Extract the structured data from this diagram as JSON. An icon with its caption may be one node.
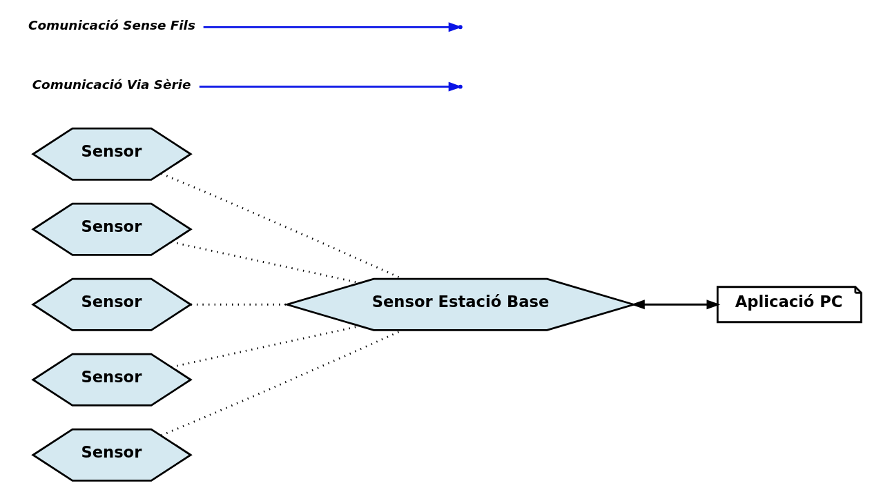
{
  "diagram": {
    "nodes": [
      {
        "text": [
          "Sensor"
        ]
      },
      {
        "text": [
          "Sensor"
        ]
      },
      {
        "text": [
          "Sensor"
        ]
      },
      {
        "text": [
          "Sensor"
        ]
      },
      {
        "text": [
          "Sensor"
        ]
      },
      {
        "text": [
          "Sensor Estació Base"
        ]
      },
      {
        "text": [
          "Aplicació PC"
        ]
      },
      {
        "text": [
          "Comunicació Via Sèrie"
        ]
      },
      {
        "text": [
          "Comunicació Sense Fils"
        ]
      }
    ],
    "edges": [
      {
        "from": 0,
        "to": 5,
        "arrow": "none",
        "style": "dashed"
      },
      {
        "from": 1,
        "to": 5,
        "arrow": "none",
        "style": "dashed"
      },
      {
        "from": 2,
        "to": 5,
        "arrow": "none",
        "style": "dashed"
      },
      {
        "from": 3,
        "to": 5,
        "arrow": "none",
        "style": "dashed"
      },
      {
        "from": 4,
        "to": 5,
        "arrow": "none",
        "style": "dashed"
      },
      {
        "from": 5,
        "to": 6,
        "arrow": "both"
      },
      {
        "from": 7,
        "to": null,
        "arrow": "to",
        "color": "#0a14e6"
      },
      {
        "from": 8,
        "to": null,
        "arrow": "to",
        "color": "#0a14e6"
      }
    ]
  }
}
